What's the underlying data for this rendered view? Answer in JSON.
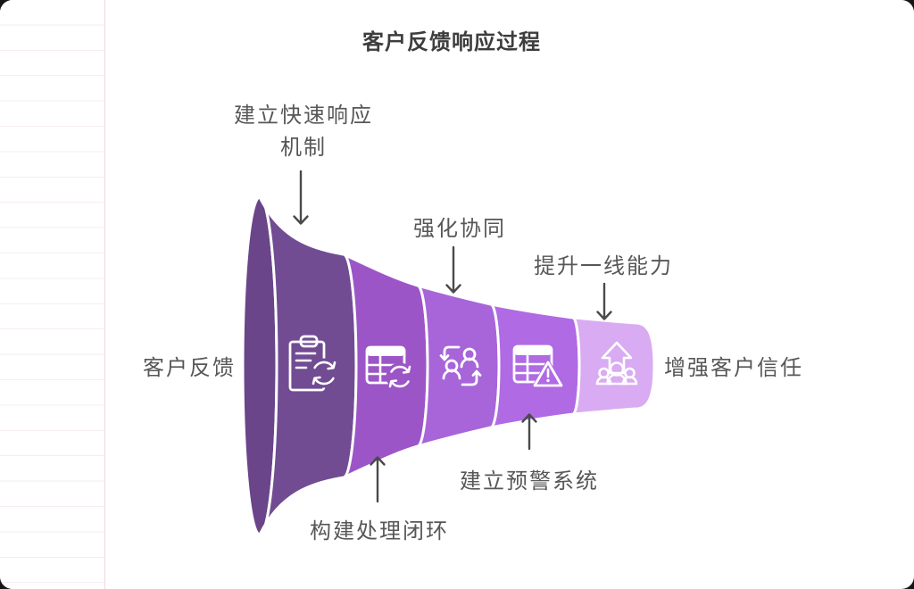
{
  "title": "客户反馈响应过程",
  "funnel": {
    "input_label": "客户反馈",
    "output_label": "增强客户信任",
    "rim_color": "#6a4589",
    "stages": [
      {
        "label": "建立快速响应机制",
        "label_position": "top",
        "icon": "clipboard-sync-icon",
        "color": "#714c93"
      },
      {
        "label": "构建处理闭环",
        "label_position": "bottom",
        "icon": "table-sync-icon",
        "color": "#9c55c7"
      },
      {
        "label": "强化协同",
        "label_position": "top",
        "icon": "people-swap-icon",
        "color": "#a765d9"
      },
      {
        "label": "建立预警系统",
        "label_position": "bottom",
        "icon": "table-alert-icon",
        "color": "#b06ae4"
      },
      {
        "label": "提升一线能力",
        "label_position": "top",
        "icon": "team-growth-icon",
        "color": "#d9abf2"
      }
    ]
  },
  "background": {
    "margin_line_color": "#f3d6d9",
    "arrow_color": "#4a4a4a"
  }
}
